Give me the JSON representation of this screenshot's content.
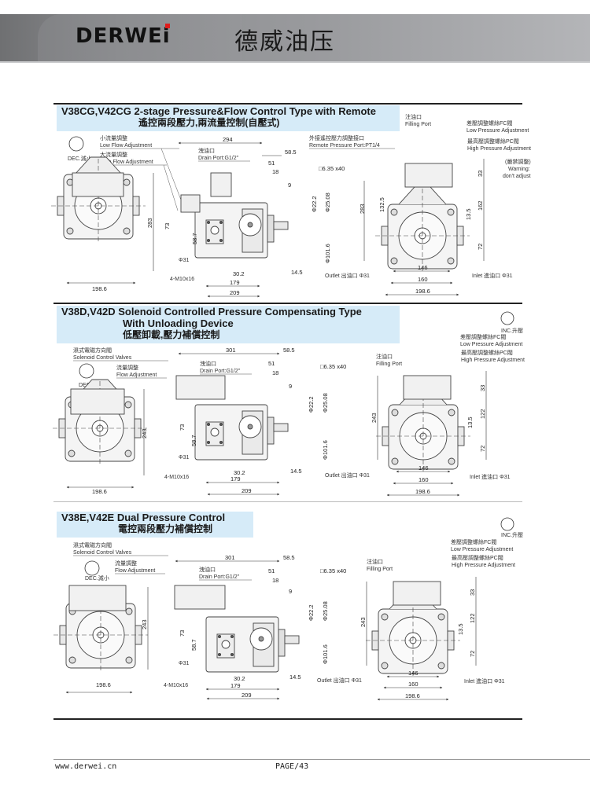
{
  "header": {
    "brand": "DERWEi",
    "brand_cn": "德威油压",
    "accent_color": "#e01b1b"
  },
  "sections": [
    {
      "title_en": "V38CG,V42CG 2-stage Pressure&Flow Control Type with Remote",
      "title_cn": "遙控兩段壓力,兩流量控制(自壓式)",
      "side_view": {
        "rotation": "DEC.減小",
        "labels": [
          "小流量調整",
          "Low Flow Adjustment",
          "大流量調整",
          "High Flow Adjustment"
        ],
        "dims": [
          "283",
          "198.6"
        ]
      },
      "front_view": {
        "labels": [
          "洩油口",
          "Drain Port:G1/2\"",
          "外接遙控壓力調整接口",
          "Remote Pressure Port:PT1/4",
          "Φ31",
          "4-M10x16",
          "Outlet 出油口 Φ31"
        ],
        "dims": [
          "294",
          "58.5",
          "51",
          "18",
          "9",
          "□6.35 x40",
          "Φ22.2",
          "Φ25.08",
          "Φ101.6",
          "73",
          "58.7",
          "30.2",
          "179",
          "209",
          "14.5",
          "283",
          "132.5"
        ]
      },
      "end_view": {
        "labels": [
          "注油口",
          "Filling Port",
          "差壓調整螺絲FC閥",
          "Low Pressure Adjustment",
          "最高壓調整螺絲PC閥",
          "High Pressure Adjustment",
          "(嚴禁調整)",
          "Warning:",
          "don't adjust",
          "Inlet 進油口 Φ31"
        ],
        "dims": [
          "33",
          "162",
          "13.5",
          "72",
          "146",
          "160",
          "198.6"
        ]
      }
    },
    {
      "title_en": "V38D,V42D Solenoid Controlled Pressure Compensating Type",
      "title_en2": "With Unloading Device",
      "title_cn": "低壓卸載,壓力補償控制",
      "side_view": {
        "rotation": "DEC.減小",
        "labels": [
          "濕式電磁方向閥",
          "Solenoid Control Valves",
          "流量調整",
          "Flow Adjustment"
        ],
        "dims": [
          "243",
          "198.6"
        ]
      },
      "front_view": {
        "labels": [
          "洩油口",
          "Drain Port:G1/2\"",
          "Φ31",
          "4-M10x16",
          "Outlet 出油口 Φ31"
        ],
        "dims": [
          "301",
          "58.5",
          "51",
          "18",
          "9",
          "□6.35 x40",
          "Φ22.2",
          "Φ25.08",
          "Φ101.6",
          "73",
          "58.7",
          "30.2",
          "179",
          "209",
          "14.5"
        ]
      },
      "end_view": {
        "rotation": "INC.升壓",
        "labels": [
          "注油口",
          "Filling Port",
          "差壓調整螺絲FC閥",
          "Low Pressure Adjustment",
          "最高壓調整螺絲PC閥",
          "High Pressure Adjustment",
          "Inlet 進油口 Φ31"
        ],
        "dims": [
          "243",
          "33",
          "122",
          "13.5",
          "72",
          "146",
          "160",
          "198.6"
        ]
      }
    },
    {
      "title_en": "V38E,V42E Dual Pressure Control",
      "title_cn": "電控兩段壓力補償控制",
      "side_view": {
        "rotation": "DEC.減小",
        "labels": [
          "濕式電磁方向閥",
          "Solenoid Control Valves",
          "流量調整",
          "Flow Adjustment"
        ],
        "dims": [
          "243",
          "198.6"
        ]
      },
      "front_view": {
        "labels": [
          "洩油口",
          "Drain Port:G1/2\"",
          "Φ31",
          "4-M10x16",
          "Outlet 出油口 Φ31"
        ],
        "dims": [
          "301",
          "58.5",
          "51",
          "18",
          "9",
          "□6.35 x40",
          "Φ22.2",
          "Φ25.08",
          "Φ101.6",
          "73",
          "58.7",
          "30.2",
          "179",
          "209",
          "14.5"
        ]
      },
      "end_view": {
        "rotation": "INC.升壓",
        "labels": [
          "注油口",
          "Filling Port",
          "差壓調整螺絲FC閥",
          "Low Pressure Adjustment",
          "最高壓調整螺絲PC閥",
          "High Pressure Adjustment",
          "Inlet 進油口 Φ31"
        ],
        "dims": [
          "243",
          "33",
          "122",
          "13.5",
          "72",
          "146",
          "160",
          "198.6"
        ]
      }
    }
  ],
  "footer": {
    "url": "www.derwei.cn",
    "page": "PAGE/43"
  }
}
